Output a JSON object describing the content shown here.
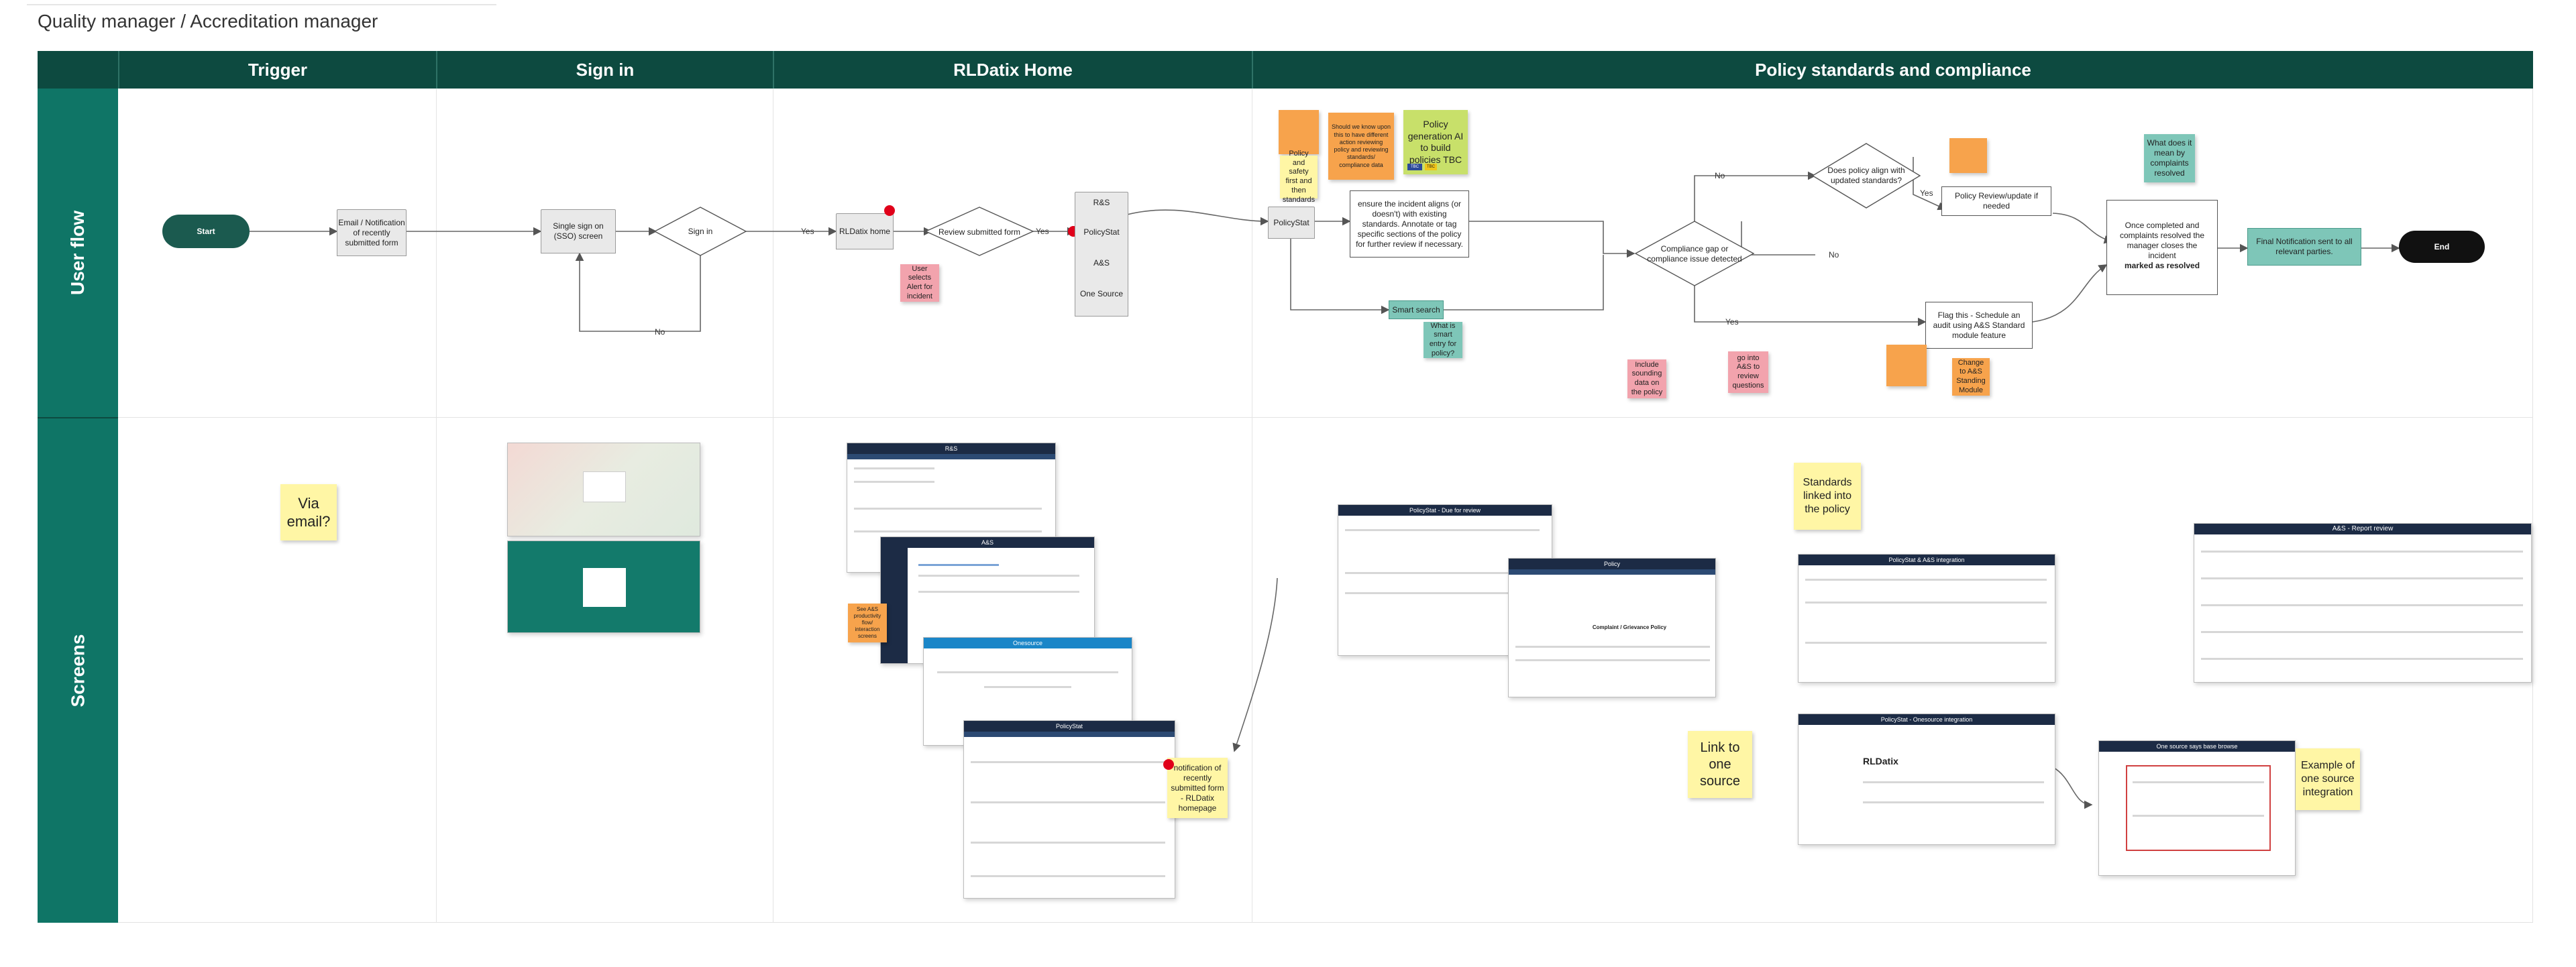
{
  "page_title": "Quality manager / Accreditation manager",
  "columns": [
    "Trigger",
    "Sign in",
    "RLDatix Home",
    "Policy standards and compliance"
  ],
  "lanes": [
    "User flow",
    "Screens"
  ],
  "flow": {
    "start": "Start",
    "email_notification": "Email / Notification of recently submitted form",
    "sso": "Single sign on (SSO) screen",
    "sign_in": "Sign in",
    "yes": "Yes",
    "no": "No",
    "rldatix_home": "RLDatix home",
    "review_submitted": "Review submitted form",
    "user_selects_alert": "User selects Alert for incident",
    "app_rs": "R&S",
    "app_policystat": "PolicyStat",
    "app_as": "A&S",
    "app_onesource": "One Source",
    "policystat_doc": "PolicyStat",
    "ensure_incident": "ensure the incident aligns (or doesn't) with existing standards. Annotate or tag specific sections of the policy for further review if necessary.",
    "smart_search": "Smart search",
    "what_is_smart_entry": "What is smart entry for policy?",
    "compliance_gap": "Compliance gap or compliance issue detected",
    "does_policy_align": "Does policy align with updated standards?",
    "policy_review": "Policy Review/update if needed",
    "flag_this": "Flag this - Schedule an audit using A&S Standard module feature",
    "once_completed": "Once completed and complaints resolved the manager closes the incident",
    "marked_as_resolved": "marked as resolved",
    "final_notification": "Final Notification sent to all relevant parties.",
    "end": "End",
    "what_complaints_resolved": "What does it mean by complaints resolved",
    "include_sounding": "Include sounding data on the policy",
    "go_into_as": "go into A&S to review questions",
    "change_to_as": "Change to A&S Standing Module",
    "policy_safety_first": "Policy and safety first and then standards",
    "should_we_know": "Should we know upon this to have different action reviewing policy and reviewing standards/ compliance data",
    "policy_generation_ai": "Policy generation AI to build policies  TBC",
    "ai_tag_1": "TBC",
    "ai_tag_2": "TBC"
  },
  "screens": {
    "via_email": "Via email?",
    "shot_rs": "R&S",
    "shot_as": "A&S",
    "shot_onesource": "Onesource",
    "shot_policystat": "PolicyStat",
    "see_as_note": "See A&S productivity flow/ interaction screens",
    "notification_note": "notification of recently submitted form - RLDatix homepage",
    "policystat_due": "PolicyStat - Due for review",
    "policy_view": "Policy",
    "compliance_policy": "Complaint / Grievance Policy",
    "standards_linked": "Standards linked into the policy",
    "policystat_as_integration": "PolicyStat & A&S integration",
    "policystat_onesource_integration": "PolicyStat - Onesource integration",
    "rldatix_logo": "RLDatix",
    "link_to_one_source": "Link to one source",
    "onesource_base_browse": "One source says base browse",
    "example_one_source": "Example of one source integration",
    "as_report_review": "A&S - Report review"
  },
  "colors": {
    "header": "#0d4a40",
    "lane": "#0f7566",
    "teal_box": "#7ec6b8",
    "orange": "#f7a34c",
    "yellow": "#fff6a5",
    "pink": "#f2a3ad",
    "lime": "#c8e06a",
    "start_pill": "#1b5a4f",
    "end_pill": "#111111",
    "alert_red": "#e0001a"
  }
}
